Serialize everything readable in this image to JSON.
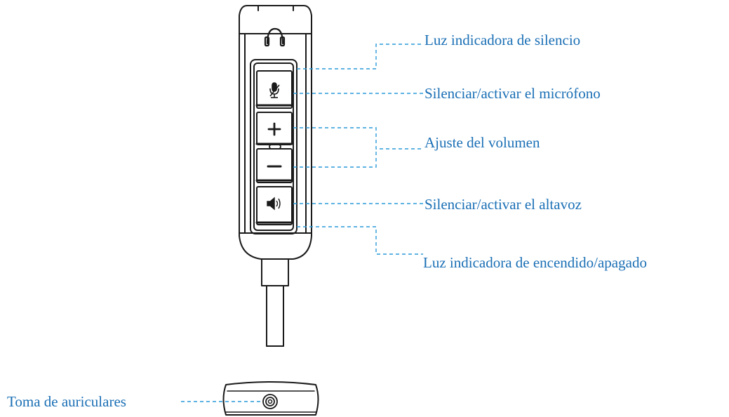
{
  "colors": {
    "label": "#1a6fb5",
    "leader_line": "#2a9ad8",
    "device_outline": "#1a1a1a",
    "background": "#ffffff"
  },
  "labels": {
    "mute_indicator": "Luz indicadora de silencio",
    "mic_mute": "Silenciar/activar el micrófono",
    "volume": "Ajuste del volumen",
    "speaker_mute": "Silenciar/activar el altavoz",
    "power_indicator": "Luz indicadora de encendido/apagado",
    "headphone_jack": "Toma de auriculares"
  },
  "buttons": {
    "mic_icon": "microphone-mute-icon",
    "plus_icon": "plus-icon",
    "minus_icon": "minus-icon",
    "speaker_icon": "speaker-icon",
    "top_icon": "headset-icon",
    "jack_icon": "audio-jack-icon"
  }
}
